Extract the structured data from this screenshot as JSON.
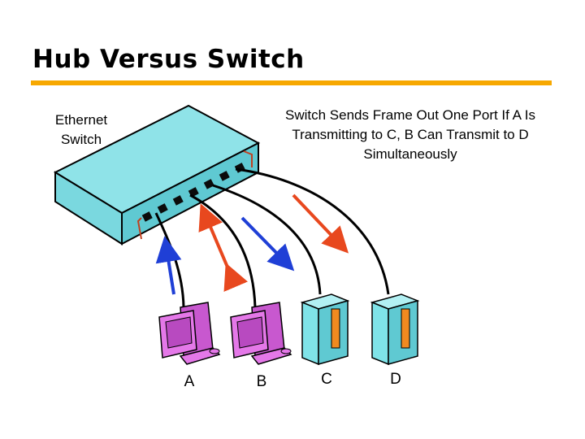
{
  "slide": {
    "title": "Hub Versus Switch",
    "accent_color": "#f7a800"
  },
  "diagram": {
    "switch_label": "Ethernet Switch",
    "note": "Switch Sends Frame Out One Port If A Is Transmitting to C, B Can Transmit to D Simultaneously",
    "nodes": [
      {
        "label": "A",
        "type": "computer"
      },
      {
        "label": "B",
        "type": "computer"
      },
      {
        "label": "C",
        "type": "server"
      },
      {
        "label": "D",
        "type": "server"
      }
    ],
    "arrow_colors": {
      "blue": "#1f3fd6",
      "red": "#e8481e"
    },
    "switch_color": "#8fe3e8",
    "computer_color": "#e478e8",
    "server_color": "#7fe3e8"
  }
}
